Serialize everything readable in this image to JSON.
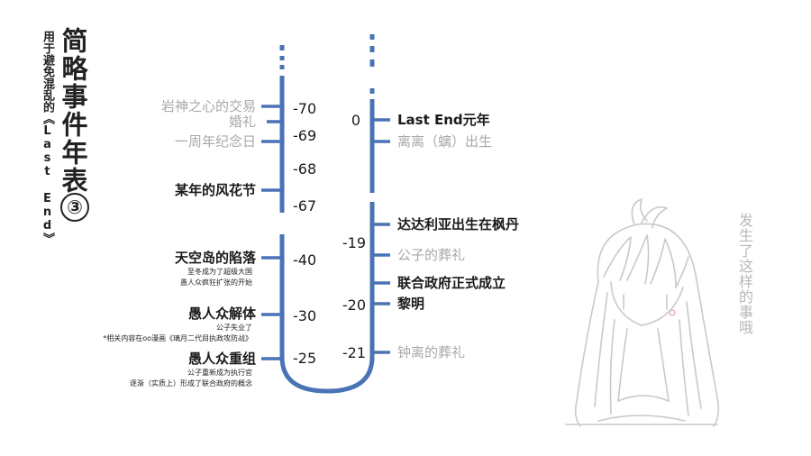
{
  "title": "简略事件年表",
  "title_number": "③",
  "subtitle": "用于避免混乱的《Last End》",
  "side_note": "发生了这样的事哦",
  "colors": {
    "bar": "#4a73b5",
    "dark_text": "#1a1a1a",
    "grey_text": "#a8a8a8"
  },
  "left_scale": {
    "years": [
      "-70",
      "-69",
      "-68",
      "-67",
      "-40",
      "-30",
      "-25"
    ],
    "events": [
      {
        "label": "岩神之心的交易",
        "style": "grey"
      },
      {
        "label": "婚礼",
        "style": "grey"
      },
      {
        "label": "一周年纪念日",
        "style": "grey"
      },
      {
        "label": "某年的风花节",
        "style": "dark"
      },
      {
        "label": "天空岛的陷落",
        "style": "dark",
        "note": [
          "至冬成为了超级大国",
          "愚人众疯狂扩张的开始"
        ]
      },
      {
        "label": "愚人众解体",
        "style": "dark",
        "note": [
          "公子失业了",
          "*相关内容在oo漫画《璃月二代目执政攻防战》"
        ]
      },
      {
        "label": "愚人众重组",
        "style": "dark",
        "note": [
          "公子重新成为执行官",
          "逐渐（实质上）形成了联合政府的概念"
        ]
      }
    ]
  },
  "right_scale": {
    "years": [
      "0",
      "-19",
      "-20",
      "-21"
    ],
    "events": [
      {
        "label": "Last End元年",
        "style": "dark"
      },
      {
        "label": "离离（螭）出生",
        "style": "grey"
      },
      {
        "label": "达达利亚出生在枫丹",
        "style": "dark"
      },
      {
        "label": "公子的葬礼",
        "style": "grey"
      },
      {
        "label": "联合政府正式成立",
        "style": "dark"
      },
      {
        "label": "黎明",
        "style": "dark"
      },
      {
        "label": "钟离的葬礼",
        "style": "grey"
      }
    ]
  }
}
